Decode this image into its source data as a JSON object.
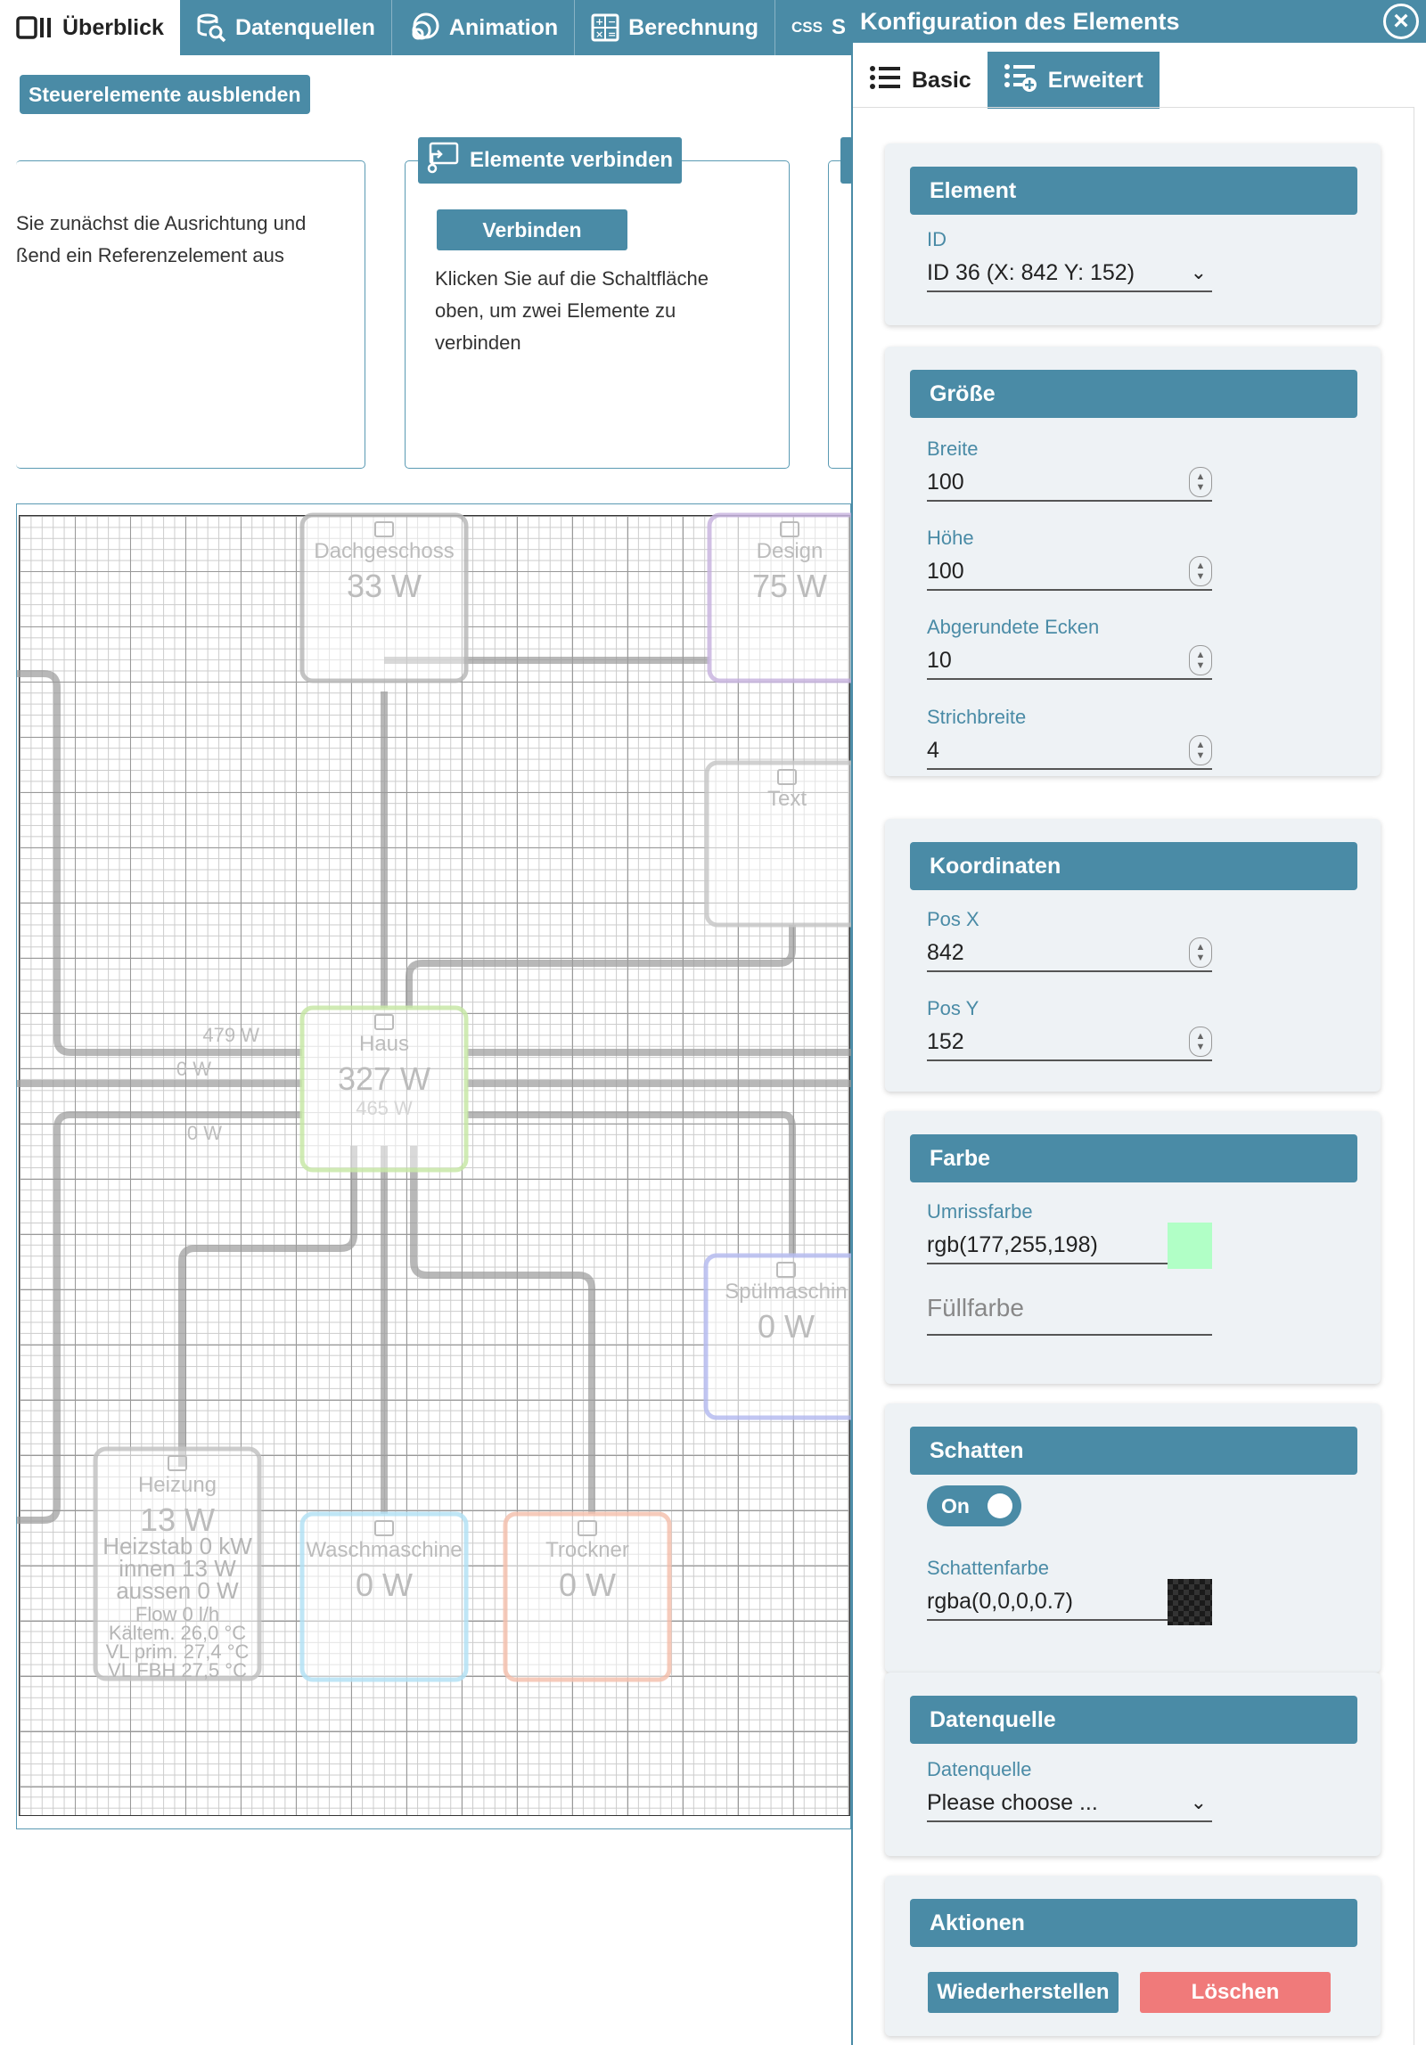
{
  "tabs": [
    {
      "label": "Überblick"
    },
    {
      "label": "Datenquellen"
    },
    {
      "label": "Animation"
    },
    {
      "label": "Berechnung"
    },
    {
      "label": "CSS",
      "suffix": "S"
    }
  ],
  "workspace": {
    "hide_controls": "Steuerelemente ausblenden",
    "card1_lines": [
      "Sie zunächst die Ausrichtung und",
      "ßend ein Referenzelement aus"
    ],
    "connect_header": "Elemente verbinden",
    "connect_button": "Verbinden",
    "connect_lines": [
      "Klicken Sie auf die Schaltfläche",
      "oben, um zwei Elemente zu",
      "verbinden"
    ]
  },
  "diagram": {
    "nodes": [
      {
        "id": "dachgeschoss",
        "title": "Dachgeschoss",
        "value": "33 W",
        "color": "#b9b9b9"
      },
      {
        "id": "design",
        "title": "Design",
        "value": "75 W",
        "color": "#c9b6e0"
      },
      {
        "id": "text",
        "title": "Text",
        "value": "",
        "color": "#c8c8c8"
      },
      {
        "id": "haus",
        "title": "Haus",
        "value": "327 W",
        "sub": "465 W",
        "color": "#c8e8a8"
      },
      {
        "id": "spuel",
        "title": "Spülmaschin",
        "value": "0 W",
        "color": "#b7bdf0"
      },
      {
        "id": "heizung",
        "title": "Heizung",
        "value": "13 W",
        "lines": [
          "Heizstab 0 kW",
          "innen 13 W",
          "aussen 0 W",
          "Flow 0 l/h",
          "Kältem. 26,0 °C",
          "VL prim. 27,4 °C",
          "VL FBH 27,5 °C"
        ],
        "color": "#c4c4c4"
      },
      {
        "id": "wasch",
        "title": "Waschmaschine",
        "value": "0 W",
        "color": "#b5e2f5"
      },
      {
        "id": "trockner",
        "title": "Trockner",
        "value": "0 W",
        "color": "#f5c2b0"
      }
    ],
    "labels": [
      "479 W",
      "0 W",
      "0 W"
    ]
  },
  "panel": {
    "title": "Konfiguration des Elements",
    "tabs": {
      "basic": "Basic",
      "advanced": "Erweitert"
    },
    "element": {
      "header": "Element",
      "id_label": "ID",
      "id_value": "ID 36 (X: 842 Y: 152)"
    },
    "size": {
      "header": "Größe",
      "width_label": "Breite",
      "width": "100",
      "height_label": "Höhe",
      "height": "100",
      "radius_label": "Abgerundete Ecken",
      "radius": "10",
      "stroke_label": "Strichbreite",
      "stroke": "4"
    },
    "coords": {
      "header": "Koordinaten",
      "x_label": "Pos X",
      "x": "842",
      "y_label": "Pos Y",
      "y": "152"
    },
    "color": {
      "header": "Farbe",
      "outline_label": "Umrissfarbe",
      "outline": "rgb(177,255,198)",
      "outline_swatch": "#b1ffc6",
      "fill_placeholder": "Füllfarbe"
    },
    "shadow": {
      "header": "Schatten",
      "toggle": "On",
      "color_label": "Schattenfarbe",
      "color": "rgba(0,0,0,0.7)"
    },
    "datasource": {
      "header": "Datenquelle",
      "label": "Datenquelle",
      "value": "Please choose ..."
    },
    "actions": {
      "header": "Aktionen",
      "restore": "Wiederherstellen",
      "delete": "Löschen",
      "delete_color": "#f07a7a"
    }
  }
}
